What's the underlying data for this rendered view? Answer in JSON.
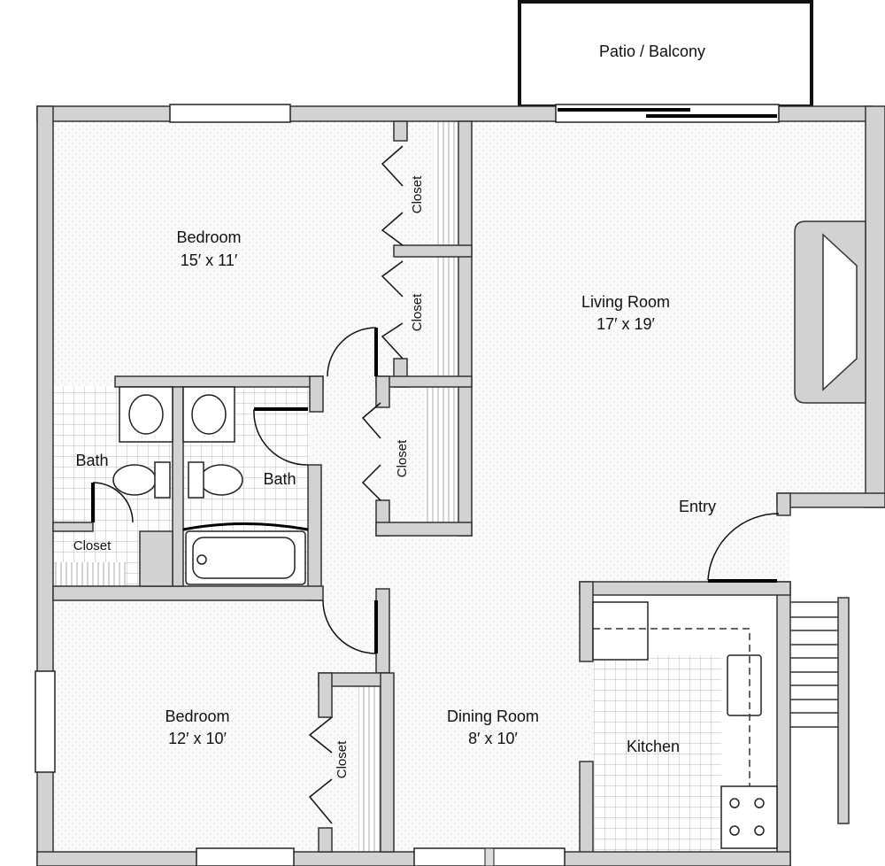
{
  "rooms": {
    "patio": {
      "name": "Patio / Balcony"
    },
    "bedroom1": {
      "name": "Bedroom",
      "size": "15′ x 11′"
    },
    "living": {
      "name": "Living Room",
      "size": "17′ x 19′"
    },
    "bath1": {
      "name": "Bath"
    },
    "bath2": {
      "name": "Bath"
    },
    "closet_small": {
      "name": "Closet"
    },
    "closet1": {
      "name": "Closet"
    },
    "closet2": {
      "name": "Closet"
    },
    "closet3": {
      "name": "Closet"
    },
    "closet4": {
      "name": "Closet"
    },
    "entry": {
      "name": "Entry"
    },
    "bedroom2": {
      "name": "Bedroom",
      "size": "12′ x 10′"
    },
    "dining": {
      "name": "Dining Room",
      "size": "8′ x 10′"
    },
    "kitchen": {
      "name": "Kitchen"
    }
  }
}
